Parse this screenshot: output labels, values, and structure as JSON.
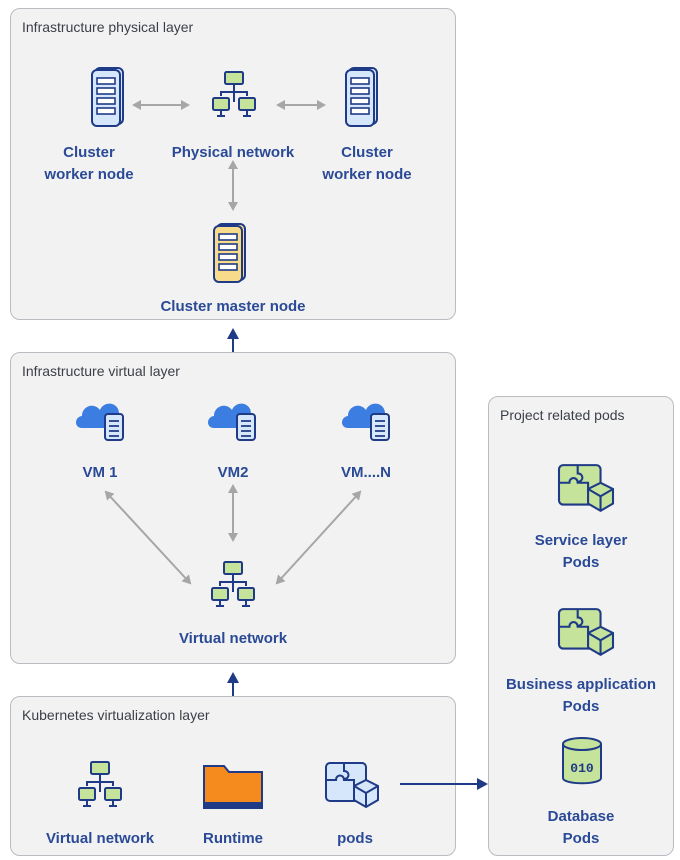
{
  "physical_layer": {
    "title": "Infrastructure physical layer",
    "worker_left": [
      "Cluster",
      "worker node"
    ],
    "network": "Physical network",
    "worker_right": [
      "Cluster",
      "worker node"
    ],
    "master": "Cluster master node"
  },
  "virtual_layer": {
    "title": "Infrastructure virtual layer",
    "vm1": "VM 1",
    "vm2": "VM2",
    "vmn": "VM....N",
    "network": "Virtual network"
  },
  "k8s_layer": {
    "title": "Kubernetes virtualization layer",
    "network": "Virtual network",
    "runtime": "Runtime",
    "pods": "pods"
  },
  "project_pods": {
    "title": "Project related pods",
    "service": [
      "Service layer",
      "Pods"
    ],
    "business": [
      "Business application",
      "Pods"
    ],
    "database": [
      "Database",
      "Pods"
    ],
    "database_icon_text": "010"
  },
  "colors": {
    "label": "#2a4a96",
    "server_blue_fill": "#d6e6fb",
    "server_yellow_fill": "#f8dc8c",
    "network_green": "#c5e39b",
    "cloud_blue": "#3b7de0",
    "folder_orange": "#f58a1f",
    "arrow_gray": "#a6a6a6",
    "arrow_navy": "#1f3a86"
  }
}
